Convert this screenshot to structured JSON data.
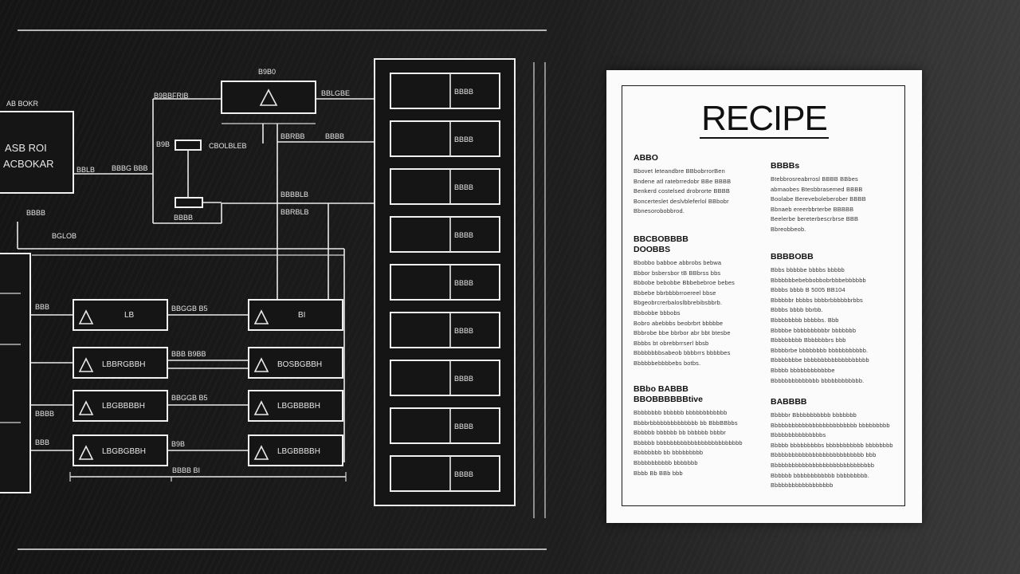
{
  "diagram": {
    "top_label": "B9B0",
    "left_panel": [
      "ASB ROI",
      "ACBOKAR"
    ],
    "node_labels": {
      "top_box_left": "B9BBFRIB",
      "top_box_right": "BBLGBE",
      "left_small_1": "B9B",
      "left_small_1_right": "CBOLBLEB",
      "mid_label_1": "BBLB",
      "mid_label_2": "BBBG  BBB",
      "mid_label_3": "BBBB",
      "mid_label_4": "BBGGB B5",
      "mid_label_5": "BBB B9BB",
      "left_label_a": "AB BOKR",
      "left_label_b": "BBBB",
      "left_label_c": "BGLOB",
      "bottom_bus": "BBBB BI",
      "mid_side_1": "BBRBB",
      "mid_side_2": "BBBBLB",
      "mid_side_3": "BBRBLB",
      "mid_side_4": "BBBB"
    },
    "component_rows": [
      {
        "left": "LB",
        "right": "BI"
      },
      {
        "left": "LBBRGBBH",
        "right": "BOSBGBBH"
      },
      {
        "left": "LBGBBBBH",
        "right": "LBGBBBBH"
      },
      {
        "left": "LBGBGBBH",
        "right": "LBGBBBBH"
      }
    ],
    "rack_labels": [
      "BBBB",
      "BBBB",
      "BBBB",
      "BBBB",
      "BBBB",
      "BBBB",
      "BBBB",
      "BBBB",
      "BBBB"
    ],
    "left_edge_labels": [
      "BBB",
      "BBBB",
      "BBB"
    ]
  },
  "recipe": {
    "title": "RECIPE",
    "sections": [
      {
        "heading": "ABBO",
        "lines": [
          "Bbovet leteandbre BBbobrrorBen",
          "Bndene atl ratebrredobr BBe BBBB",
          "Benkerd costelsed drobrorte BBBB",
          "Boncerteslet deslvbleferlol BBbobr",
          "Bbnesorobobbrod."
        ]
      },
      {
        "heading": "BBBBs",
        "lines": [
          "Btebbrosreabrrosl BBBB BBbes",
          "abmaobes Btesbbrasemed BBBB",
          "Boolabe Bereveboleberober BBBB",
          "Bbnaeb ereerbbrterbe BBBBB",
          "Beelerbe bereterbescrbrse BBB",
          "Bbreobbeob."
        ]
      },
      {
        "heading": "BBCBOBBBB DOOBBS",
        "lines": [
          "Bbobbo babboe abbrobs bebwa",
          "Bbbor bsbersbor tB BBbrss bbs",
          "Bbbobe bebobbe Bbbebebroe bebes",
          "Bbbebe bbrbbbbrroereel bbse",
          "Bbgeobrcrerbaloslbbrebibsbbrb.",
          "Bbbobbe bbbobs",
          "Bobro abebbbs beobrbrt bbbbbe",
          "Bbbrobe bbe bbrbor abr bbt btesbe",
          "Bbbbs bt obrebbrrserl bbsb",
          "Bbbbbbbbsabeob bbbbrrs bbbbbes",
          "Bbbbbbebbbbebs botbs."
        ]
      },
      {
        "heading": "BBBBOBB",
        "lines": [
          "Bbbs bbbbbe bbbbs bbbbb",
          "Bbbbbbbebebbobbobrbbbebbbbbb",
          "Bbbbs bbbb   B 5005  BB104",
          "Bbbbbbr bbbbs bbbbrbbbbbbrbbs",
          "Bbbbs bbbb bbrbb.",
          "Bbbbbbbbb bbbbbs.  Bbb",
          "Bbbbbe bbbbbbbbbbr bbbbbbb",
          "Bbbbbbbbb Bbbbbbbrs bbb",
          "Bbbbbrbe bbbbbbbb bbbbbbbbbbb.",
          "Bbbbbbbbe bbbbbbbbbbbbbbbbbbb",
          "Bbbbb bbbbbbbbbbbbe",
          "Bbbbbbbbbbbbbb bbbbbbbbbbbb."
        ]
      },
      {
        "heading": "BBbo BABBB BBOBBBBBBtive",
        "lines": [
          "Bbbbbbbb bbbbbb bbbbbbbbbbbb",
          "Bbbbrbbbbbbbbbbbbbb bb BbbBBbbs",
          "Bbbbbb bbbbbb bb bbbbbb bbbbr",
          "Bbbbbb bbbbbbbbbbbbbbbbbbbbbbbbb",
          "Bbbbbbbb bb bbbbbbbbb",
          "Bbbbbbbbbbb bbbbbbb",
          "Bbbb   Bb  BBb bbb"
        ]
      },
      {
        "heading": "BABBBB",
        "lines": [
          "Bbbbbr Bbbbbbbbbbb bbbbbbb",
          "Bbbbbbbbbbbbbbbbbbbbbbbbb bbbbbbbbb",
          "Bbbbbbbbbbbbbbbs",
          "Bbbbb bbbbbbbbbs bbbbbbbbbbb bbbbbbbb",
          "Bbbbbbbbbbbbbbbbbbbbbbbbbbb bbb",
          "Bbbbbbbbbbbbbbbbbbbbbbbbbbbbbb",
          "Bbbbbb bbbbbbbbbbbb bbbbbbbbb.",
          "Bbbbbbbbbbbbbbbbbb"
        ]
      }
    ]
  }
}
